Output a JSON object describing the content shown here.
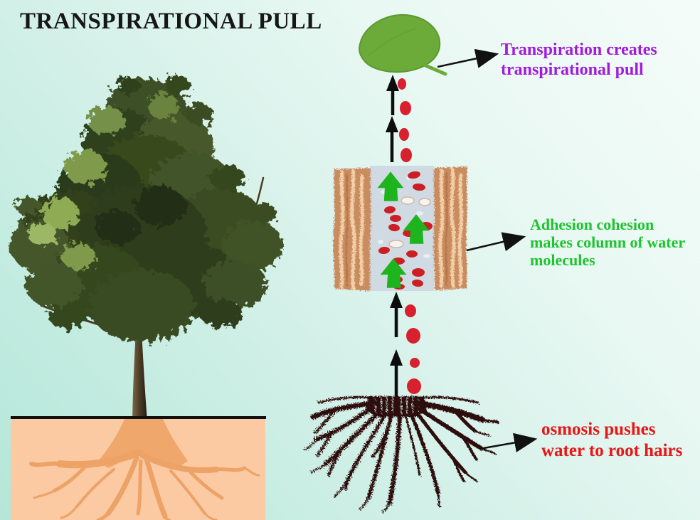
{
  "title": "TRANSPIRATIONAL PULL",
  "annotations": {
    "transpiration": {
      "lines": [
        "Transpiration creates",
        "transpirational pull"
      ],
      "color": "#a21ae0",
      "points_to": "leaf"
    },
    "adhesion": {
      "lines": [
        "Adhesion cohesion",
        "makes column of water",
        "molecules"
      ],
      "color": "#1fc32f",
      "points_to": "xylem-water-column"
    },
    "osmosis": {
      "lines": [
        "osmosis pushes",
        "water to root hairs"
      ],
      "color": "#e81616",
      "points_to": "root-system"
    }
  },
  "icons": [
    "leaf-icon",
    "up-arrow-icon",
    "water-molecule-icon",
    "green-up-arrow-icon",
    "pointer-arrow-icon",
    "tree-illustration",
    "soil-block",
    "xylem-cross-section",
    "root-system-icon"
  ],
  "palette": {
    "background_left": "#b4e7d9",
    "background_right": "#f4fcf9",
    "title_color": "#161616",
    "leaf_green": "#6cab39",
    "foliage_green_dark": "#31411e",
    "trunk_brown": "#4a3b26",
    "soil_peach": "#fbc9a2",
    "soil_root_orange": "#eda266",
    "ground_line_black": "#111111",
    "xylem_wall_tan": "#c98b60",
    "xylem_streak_light": "#f3cfa6",
    "xylem_streak_dark": "#b5754a",
    "water_column_gray": "#cfdae3",
    "water_molecule_red": "#d8212f",
    "cohesion_arrow_green": "#1db41d",
    "root_ink": "#2e0f09",
    "arrow_black": "#111111"
  }
}
